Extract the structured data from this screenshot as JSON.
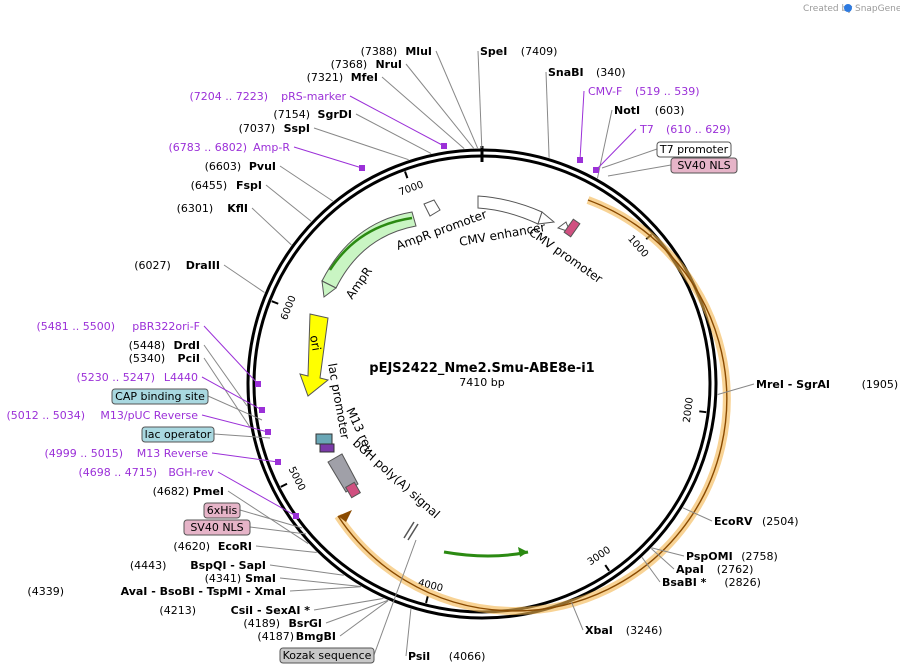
{
  "credit": {
    "text": "Created by",
    "brand": "SnapGene"
  },
  "plasmid": {
    "name": "pEJS2422_Nme2.Smu-ABE8e-i1",
    "size": "7410 bp",
    "length": 7410
  },
  "ticks": [
    {
      "label": "1000",
      "pos": 1000
    },
    {
      "label": "2000",
      "pos": 2000
    },
    {
      "label": "3000",
      "pos": 3000
    },
    {
      "label": "4000",
      "pos": 4000
    },
    {
      "label": "5000",
      "pos": 5000
    },
    {
      "label": "6000",
      "pos": 6000
    },
    {
      "label": "7000",
      "pos": 7000
    }
  ],
  "sites_right": [
    {
      "name": "SpeI",
      "pos": "(7409)",
      "p": 7409
    },
    {
      "name": "SnaBI",
      "pos": "(340)",
      "p": 340
    },
    {
      "name": "NotI",
      "pos": "(603)",
      "p": 603
    },
    {
      "name": "MreI  - SgrAI",
      "pos": "(1905)",
      "p": 1905
    },
    {
      "name": "EcoRV",
      "pos": "(2504)",
      "p": 2504
    },
    {
      "name": "PspOMI",
      "pos": "(2758)",
      "p": 2758
    },
    {
      "name": "ApaI",
      "pos": "(2762)",
      "p": 2762
    },
    {
      "name": "BsaBI *",
      "pos": "(2826)",
      "p": 2826
    },
    {
      "name": "XbaI",
      "pos": "(3246)",
      "p": 3246
    },
    {
      "name": "PsiI",
      "pos": "(4066)",
      "p": 4066
    }
  ],
  "sites_left": [
    {
      "name": "MluI",
      "pos": "(7388)",
      "p": 7388
    },
    {
      "name": "NruI",
      "pos": "(7368)",
      "p": 7368
    },
    {
      "name": "MfeI",
      "pos": "(7321)",
      "p": 7321
    },
    {
      "name": "SgrDI",
      "pos": "(7154)",
      "p": 7154
    },
    {
      "name": "SspI",
      "pos": "(7037)",
      "p": 7037
    },
    {
      "name": "PvuI",
      "pos": "(6603)",
      "p": 6603
    },
    {
      "name": "FspI",
      "pos": "(6455)",
      "p": 6455
    },
    {
      "name": "KflI",
      "pos": "(6301)",
      "p": 6301
    },
    {
      "name": "DraIII",
      "pos": "(6027)",
      "p": 6027
    },
    {
      "name": "DrdI",
      "pos": "(5448)",
      "p": 5448
    },
    {
      "name": "PciI",
      "pos": "(5340)",
      "p": 5340
    },
    {
      "name": "PmeI",
      "pos": "(4682)",
      "p": 4682
    },
    {
      "name": "EcoRI",
      "pos": "(4620)",
      "p": 4620
    },
    {
      "name": "BspQI  - SapI",
      "pos": "(4443)",
      "p": 4443
    },
    {
      "name": "SmaI",
      "pos": "(4341)",
      "p": 4341
    },
    {
      "name": "AvaI  - BsoBI  - TspMI  - XmaI",
      "pos": "(4339)",
      "p": 4339
    },
    {
      "name": "CsiI  - SexAI *",
      "pos": "(4213)",
      "p": 4213
    },
    {
      "name": "BsrGI",
      "pos": "(4189)",
      "p": 4189
    },
    {
      "name": "BmgBI",
      "pos": "(4187)",
      "p": 4187
    }
  ],
  "primers": [
    {
      "name": "CMV-F",
      "pos": "(519 .. 539)"
    },
    {
      "name": "T7",
      "pos": "(610 .. 629)"
    },
    {
      "name": "pRS-marker",
      "pos": "(7204 .. 7223)"
    },
    {
      "name": "Amp-R",
      "pos": "(6783 .. 6802)"
    },
    {
      "name": "pBR322ori-F",
      "pos": "(5481 .. 5500)"
    },
    {
      "name": "L4440",
      "pos": "(5230 .. 5247)"
    },
    {
      "name": "M13/pUC Reverse",
      "pos": "(5012 .. 5034)"
    },
    {
      "name": "M13 Reverse",
      "pos": "(4999 .. 5015)"
    },
    {
      "name": "BGH-rev",
      "pos": "(4698 .. 4715)"
    }
  ],
  "boxed_features": [
    {
      "name": "T7 promoter",
      "fill": "#ffffff"
    },
    {
      "name": "SV40 NLS",
      "fill": "#e6b4c8"
    },
    {
      "name": "CAP binding site",
      "fill": "#a9d8e0"
    },
    {
      "name": "lac operator",
      "fill": "#a9d8e0"
    },
    {
      "name": "6xHis",
      "fill": "#e6b4c8"
    },
    {
      "name": "SV40 NLS",
      "fill": "#e6b4c8"
    },
    {
      "name": "Kozak sequence",
      "fill": "#c8c8c8"
    }
  ],
  "arc_labels": {
    "ampr_promoter": "AmpR promoter",
    "cmv_enhancer": "CMV enhancer",
    "cmv_promoter": "CMV promoter",
    "ampr": "AmpR",
    "ori": "ori",
    "lac_promoter": "lac promoter",
    "m13_rev": "M13 rev",
    "bgh": "bGH poly(A) signal"
  },
  "colors": {
    "ampr": "#c9f5c3",
    "ori": "#ffff00",
    "primer": "#9b30d8",
    "orf": "#f3b64e",
    "green_line": "#2b8a12",
    "snapgene_blue": "#2d7ae0"
  }
}
